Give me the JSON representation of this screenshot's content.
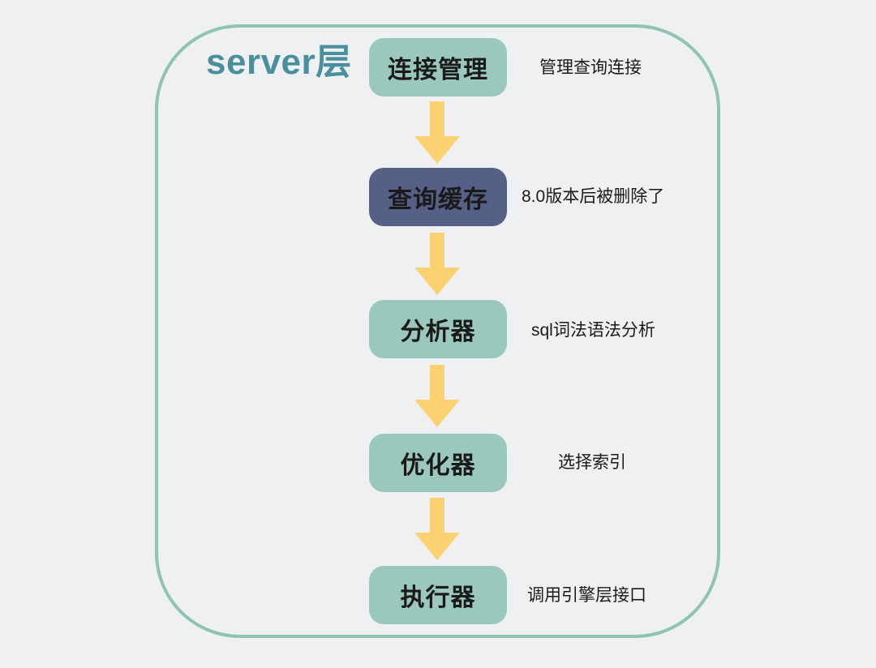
{
  "diagram": {
    "title": "server层",
    "colors": {
      "background": "#eef0f2",
      "frame_border": "#8fc4b5",
      "node_teal": "#9bc8bd",
      "node_dark": "#566086",
      "arrow": "#fcd172",
      "title_text": "#4a8f9e",
      "text": "#1a1a1a"
    },
    "steps": [
      {
        "label": "连接管理",
        "note": "管理查询连接",
        "variant": "teal"
      },
      {
        "label": "查询缓存",
        "note": "8.0版本后被删除了",
        "variant": "dark"
      },
      {
        "label": "分析器",
        "note": "sql词法语法分析",
        "variant": "teal"
      },
      {
        "label": "优化器",
        "note": "选择索引",
        "variant": "teal"
      },
      {
        "label": "执行器",
        "note": "调用引擎层接口",
        "variant": "teal"
      }
    ]
  }
}
